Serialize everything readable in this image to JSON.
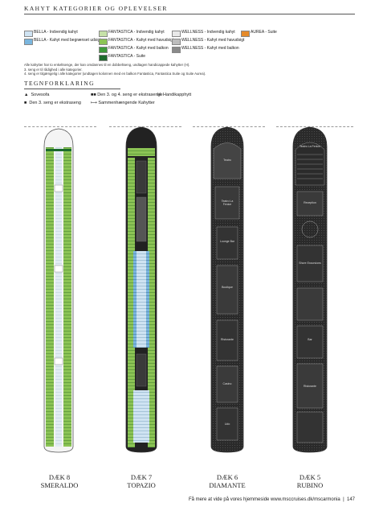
{
  "header": {
    "title": "KAHYT KATEGORIER OG OPLEVELSER"
  },
  "legend": {
    "items": [
      {
        "label": "BELLA - Indvendig kahyt",
        "color": "#cfe3f2"
      },
      {
        "label": "BELLA - Kahyt med begrænset udsigt",
        "color": "#7ab6de"
      },
      {
        "label": "FANTASTICA - Indvendig kahyt",
        "color": "#c6e1a8"
      },
      {
        "label": "FANTASTICA - Kahyt med havudsigt",
        "color": "#8cc455"
      },
      {
        "label": "FANTASTICA - Kahyt med balkon",
        "color": "#3e9a3b"
      },
      {
        "label": "FANTASTICA - Suite",
        "color": "#1c6b2c"
      },
      {
        "label": "WELLNESS - Indvendig kahyt",
        "color": "#e8e8e8"
      },
      {
        "label": "WELLNESS - Kahyt med havudsigt",
        "color": "#bdbdbd"
      },
      {
        "label": "WELLNESS - Kahyt med balkon",
        "color": "#8a8a8a"
      },
      {
        "label": "AUREA - Suite",
        "color": "#e58a2a"
      }
    ],
    "notes": [
      "Alle kahytter har to enkeltsenge, der kan omdannes til en dobbeltseng, undtagen handicappede kahytter (H).",
      "3. seng er til rådighed i alle kategorier.",
      "4. seng er tilgængelig i alle kategorier (undtagen kolonnen med en balkon Fantastica, Fantastica Suite og Suite Aurea)."
    ]
  },
  "symbols": {
    "title": "TEGNFORKLARING",
    "items": [
      {
        "glyph": "▲",
        "label": "Sovesofa"
      },
      {
        "glyph": "■",
        "label": "Den 3. seng er ekstraseng"
      },
      {
        "glyph": "■■",
        "label": "Den 3. og 4. seng er ekstrasenge"
      },
      {
        "glyph": "⟼",
        "label": "Sammenhængende Kahytter"
      },
      {
        "glyph": "H",
        "label": "Handikapphytt"
      }
    ]
  },
  "decks": [
    {
      "name": "DÆK 8",
      "title": "SMERALDO"
    },
    {
      "name": "DÆK 7",
      "title": "TOPAZIO"
    },
    {
      "name": "DÆK 6",
      "title": "DIAMANTE"
    },
    {
      "name": "DÆK 5",
      "title": "RUBINO"
    }
  ],
  "venues": {
    "d6_top": "Teatro",
    "d6_a": "Teatro La Fenice",
    "d6_b": "Lounge Bar",
    "d6_c": "Boutique",
    "d6_d": "Ristorante",
    "d6_e": "Casino",
    "d6_f": "Lido",
    "d5_top": "Teatro La Fenice",
    "d5_a": "Reception",
    "d5_b": "Shore Excursions",
    "d5_c": "Bar",
    "d5_d": "Ristorante"
  },
  "footer": {
    "text": "Få mere at vide på vores hjemmeside www.msccruises.dk/mscarmonia",
    "page": "147"
  }
}
